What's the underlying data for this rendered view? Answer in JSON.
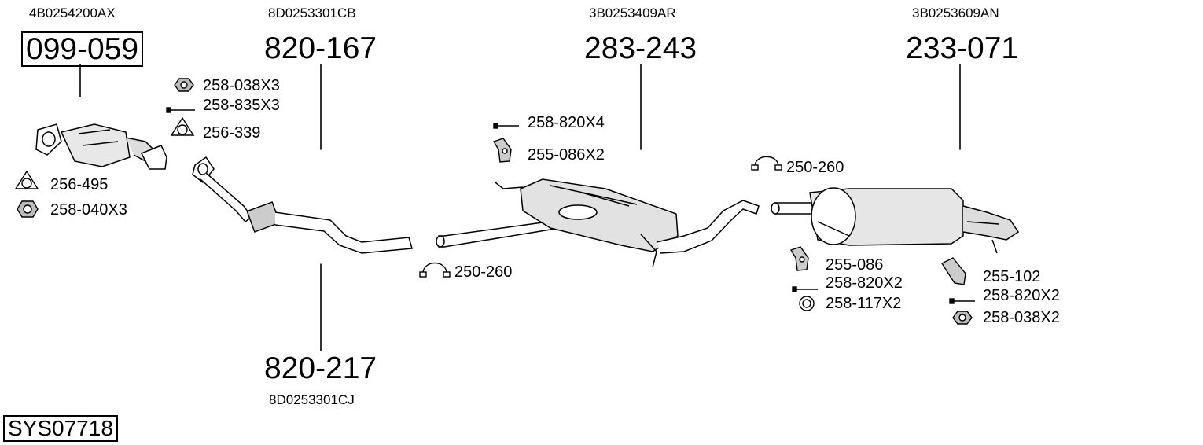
{
  "sections": [
    {
      "oem": "4B0254200AX",
      "part": "099-059"
    },
    {
      "oem": "8D0253301CB",
      "part": "820-167"
    },
    {
      "oem": "3B0253409AR",
      "part": "283-243"
    },
    {
      "oem": "3B0253609AN",
      "part": "233-071"
    },
    {
      "oem": "8D0253301CJ",
      "part": "820-217"
    }
  ],
  "fittings": [
    "258-038X3",
    "258-835X3",
    "256-339",
    "256-495",
    "258-040X3",
    "258-820X4",
    "255-086X2",
    "250-260",
    "250-260",
    "255-086",
    "258-820X2",
    "258-117X2",
    "255-102",
    "258-820X2",
    "258-038X2"
  ],
  "system_code": "SYS07718"
}
